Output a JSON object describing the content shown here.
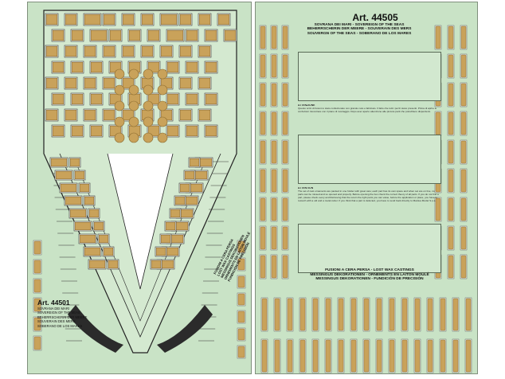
{
  "left_card": {
    "art_number": "Art. 44501",
    "name_lines": [
      "SOVRANA DEI MARI",
      "SOVEREIGN OF THE SEAS",
      "BEHERRSCHERIN DER MEERE",
      "SOUVERAIN DES MERS",
      "SOBERANO DE LOS MARES"
    ],
    "rotated_lines": [
      "FUSIONI A CERA PERSA",
      "LOST WAX CASTINGS",
      "MESSINGUS DEKORATIONEN",
      "ORNEMENTS EN LAITON MOULÉ",
      "FUNDICIÓN DE PRECISIÓN"
    ]
  },
  "right_card": {
    "art_number": "Art. 44505",
    "name_lines": [
      "SOVRANA DEI MARI - SOVEREIGN OF THE SEAS",
      "BEHERRSCHERIN DER MEERE - SOUVERAIN DES MERS",
      "SOUVERGN OF THE SEAS - SOBERANO DE LOS MARES"
    ],
    "attention_1": {
      "title": "ATTENZIONE",
      "text": "Questo scrin di fusioni è stato confezionato con grande cura e fabricato. Il fatto che tutti i pezzi siano presenti. Prima di aprire le confezioni riscontrare con il piano di montaggio. Dopo aver aperto attenzione alle piccole parti che potrebbero disperdersi."
    },
    "attention_2": {
      "title": "ATTENTION",
      "text": "The set of cast ornaments are packed in one holder with great care; each part has its own space and when set are on line, no parts can be missed and so opened and properly. Before opening the box check the correct theory of all parts. If you do not find a part, please check every and Retrieving that the return the right parts you can value, before the application or place, you have to retouch with a old and a metal cutter. If you think that a part is defected, you have to send back directly to Mantua Model S.p.a."
    },
    "castings_lines": [
      "FUSIONI A CERA PERSA - LOST WAX CASTINGS",
      "MESSINGUS DEKORATIONEN - ORNEMENTS EN LAITON MOULÉ",
      "MESSINGUS DEKORATIONEN - FUNDICIÓN DE PRECISIÓN"
    ]
  },
  "colors": {
    "card_green": "#c9e3c6",
    "brass": "#c9a25a",
    "brass_dark": "#8a6a2e",
    "ink": "#111111"
  }
}
